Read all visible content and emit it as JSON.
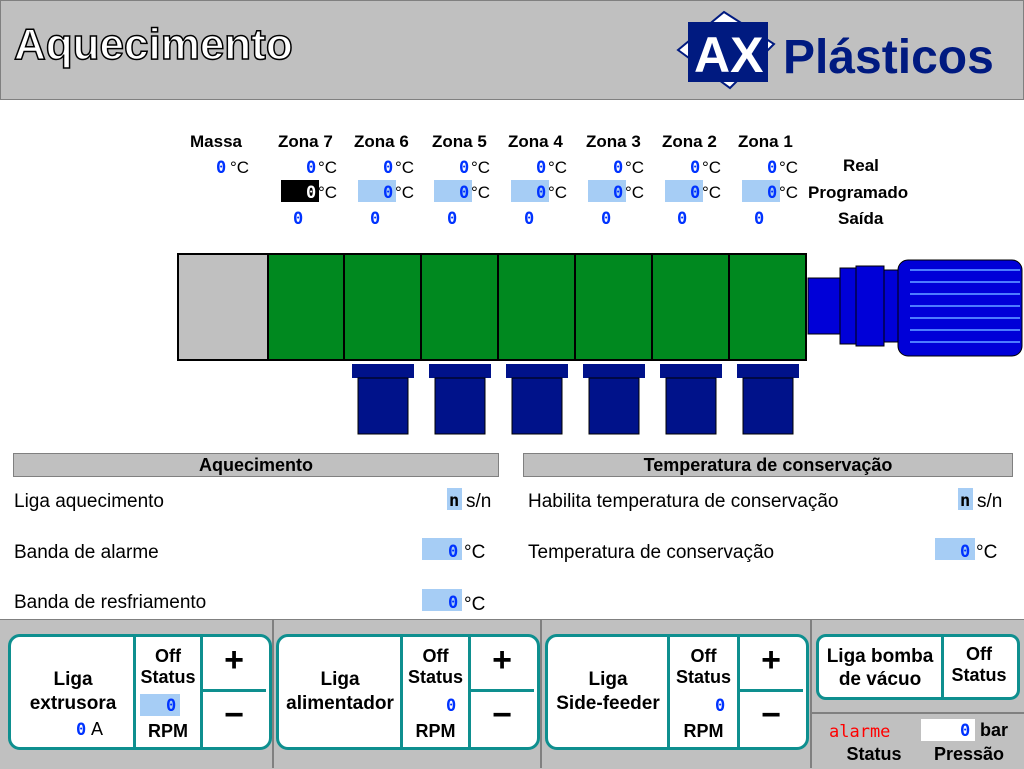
{
  "header": {
    "title": "Aquecimento",
    "brand_ax": "AX",
    "brand_name": "Plásticos"
  },
  "zones": {
    "labels": [
      "Massa",
      "Zona 7",
      "Zona 6",
      "Zona 5",
      "Zona 4",
      "Zona 3",
      "Zona 2",
      "Zona 1"
    ],
    "unit": "°C",
    "massa_real": "0",
    "real": [
      "0",
      "0",
      "0",
      "0",
      "0",
      "0",
      "0"
    ],
    "programado": [
      "0",
      "0",
      "0",
      "0",
      "0",
      "0",
      "0"
    ],
    "saida": [
      "0",
      "0",
      "0",
      "0",
      "0",
      "0",
      "0"
    ],
    "row_labels": {
      "real": "Real",
      "programado": "Programado",
      "saida": "Saída"
    }
  },
  "aquecimento": {
    "heading": "Aquecimento",
    "liga_label": "Liga aquecimento",
    "liga_value": "n",
    "liga_unit": "s/n",
    "alarme_label": "Banda de alarme",
    "alarme_value": "0",
    "alarme_unit": "°C",
    "resfr_label": "Banda de resfriamento",
    "resfr_value": "0",
    "resfr_unit": "°C"
  },
  "conservacao": {
    "heading": "Temperatura de conservação",
    "habilita_label": "Habilita temperatura de conservação",
    "habilita_value": "n",
    "habilita_unit": "s/n",
    "temp_label": "Temperatura de conservação",
    "temp_value": "0",
    "temp_unit": "°C"
  },
  "controls": {
    "extrusora": {
      "line1": "Liga",
      "line2": "extrusora",
      "amps": "0",
      "amps_unit": "A",
      "status_value": "Off",
      "status_label": "Status",
      "rpm_value": "0",
      "rpm_label": "RPM"
    },
    "alimentador": {
      "line1": "Liga",
      "line2": "alimentador",
      "status_value": "Off",
      "status_label": "Status",
      "rpm_value": "0",
      "rpm_label": "RPM"
    },
    "sidefeeder": {
      "line1": "Liga",
      "line2": "Side-feeder",
      "status_value": "Off",
      "status_label": "Status",
      "rpm_value": "0",
      "rpm_label": "RPM"
    },
    "bomba": {
      "line1": "Liga bomba",
      "line2": "de vácuo",
      "status_value": "Off",
      "status_label": "Status"
    },
    "plus": "+",
    "minus": "−",
    "alarme_text": "alarme",
    "alarme_status_label": "Status",
    "pressao_value": "0",
    "pressao_unit": "bar",
    "pressao_label": "Pressão"
  },
  "colors": {
    "zone_green": "#00891f",
    "motor_blue": "#0000d8",
    "die_navy": "#00128a",
    "accent_blue": "#0033ff",
    "field_blue": "#a6cdf5",
    "panel_teal": "#0e8f8f",
    "alarm_red": "#ff0000"
  }
}
